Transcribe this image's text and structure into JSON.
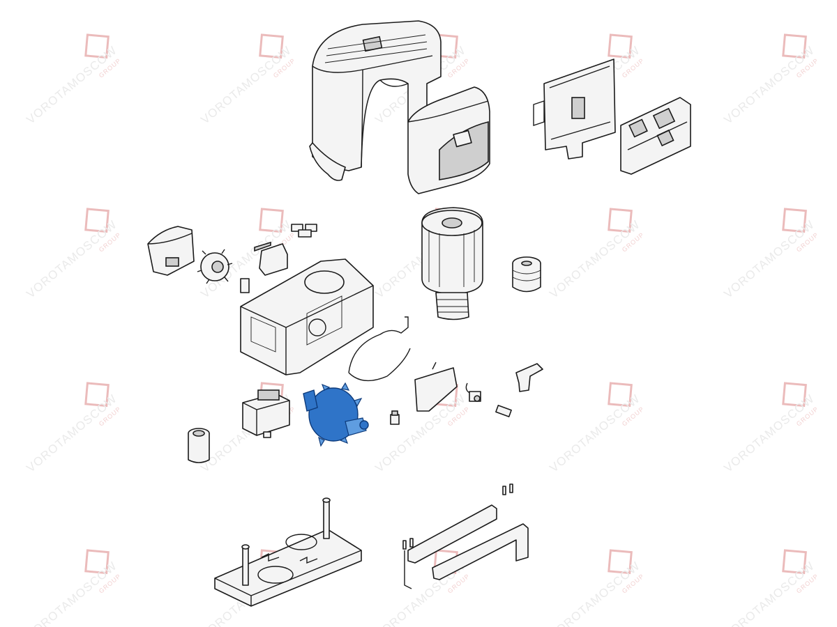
{
  "diagram": {
    "type": "exploded parts drawing",
    "highlight_color": "#2f74c8",
    "line_color": "#1a1a1a",
    "part_fill": "#f4f4f4"
  },
  "watermark": {
    "text": "VOROTAMOSCOW",
    "subtext": "GROUP",
    "color": "#e0e0e0",
    "logo_color": "#e8b0b0"
  }
}
